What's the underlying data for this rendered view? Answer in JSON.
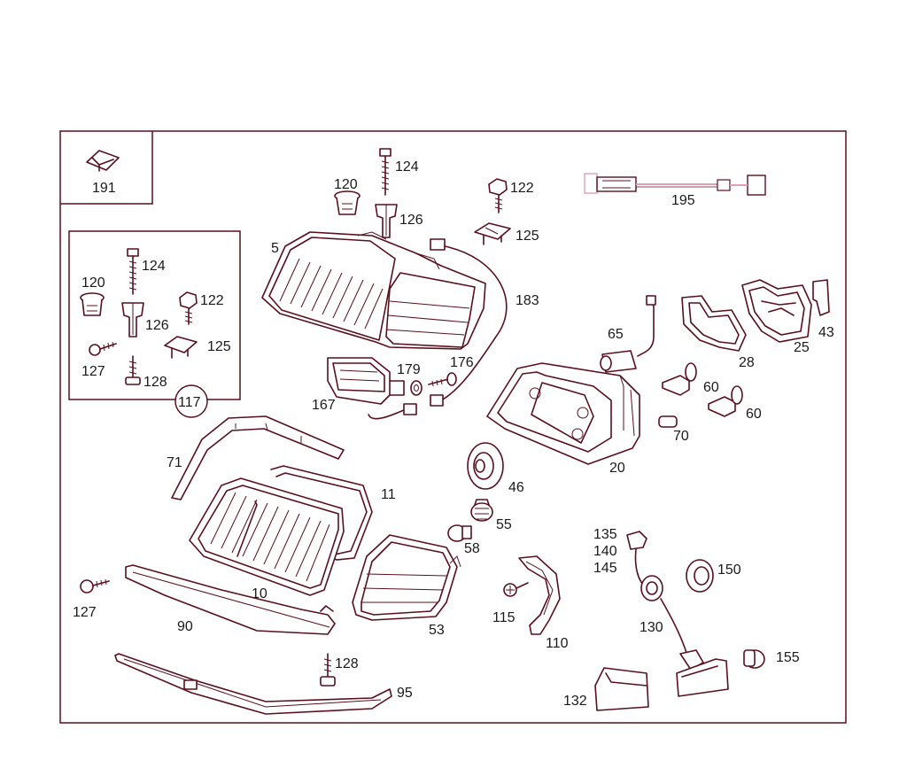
{
  "colors": {
    "line": "#5a0f1e",
    "label": "#1a1a1a",
    "accent_pink": "#e0a0b4",
    "background": "#ffffff"
  },
  "inset_top_left": {
    "label": "191"
  },
  "inset_kit": {
    "title": "117",
    "labels": {
      "p124": "124",
      "p120": "120",
      "p122": "122",
      "p126": "126",
      "p127": "127",
      "p125": "125",
      "p128": "128"
    }
  },
  "parts": {
    "p5": "5",
    "p120": "120",
    "p124": "124",
    "p126": "126",
    "p122": "122",
    "p125": "125",
    "p195": "195",
    "p183": "183",
    "p65": "65",
    "p28": "28",
    "p25": "25",
    "p43": "43",
    "p179": "179",
    "p176": "176",
    "p167": "167",
    "p60a": "60",
    "p60b": "60",
    "p70": "70",
    "p20": "20",
    "p71": "71",
    "p11": "11",
    "p46": "46",
    "p55": "55",
    "p58": "58",
    "p10": "10",
    "p135": "135",
    "p140": "140",
    "p145": "145",
    "p150": "150",
    "p127": "127",
    "p90": "90",
    "p53": "53",
    "p115": "115",
    "p110": "110",
    "p130": "130",
    "p128": "128",
    "p95": "95",
    "p155": "155",
    "p132": "132"
  }
}
